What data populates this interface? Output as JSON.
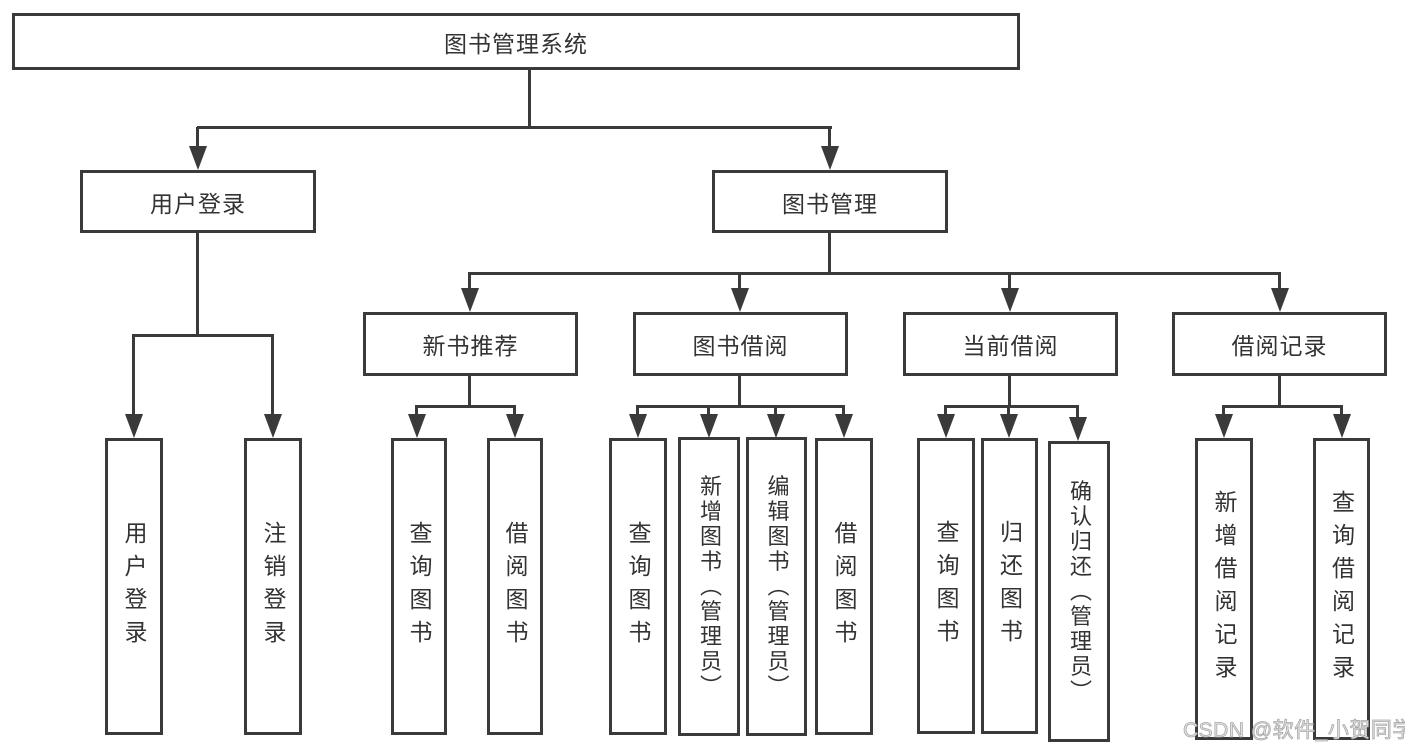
{
  "diagram": {
    "root": {
      "label": "图书管理系统"
    },
    "user_login": {
      "label": "用户登录",
      "children": [
        {
          "label": "用户登录"
        },
        {
          "label": "注销登录"
        }
      ]
    },
    "book_mgmt": {
      "label": "图书管理",
      "groups": [
        {
          "label": "新书推荐",
          "children": [
            {
              "label": "查询图书"
            },
            {
              "label": "借阅图书"
            }
          ]
        },
        {
          "label": "图书借阅",
          "children": [
            {
              "label": "查询图书"
            },
            {
              "label": "新增图书（管理员）"
            },
            {
              "label": "编辑图书（管理员）"
            },
            {
              "label": "借阅图书"
            }
          ]
        },
        {
          "label": "当前借阅",
          "children": [
            {
              "label": "查询图书"
            },
            {
              "label": "归还图书"
            },
            {
              "label": "确认归还（管理员）"
            }
          ]
        },
        {
          "label": "借阅记录",
          "children": [
            {
              "label": "新增借阅记录"
            },
            {
              "label": "查询借阅记录"
            }
          ]
        }
      ]
    }
  },
  "watermark": {
    "text": "CSDN @软件_小贺同学"
  },
  "colors": {
    "line": "#3a3a3a",
    "box_background": "#ffffff",
    "text": "#333333",
    "watermark": "#e6e6e6"
  }
}
